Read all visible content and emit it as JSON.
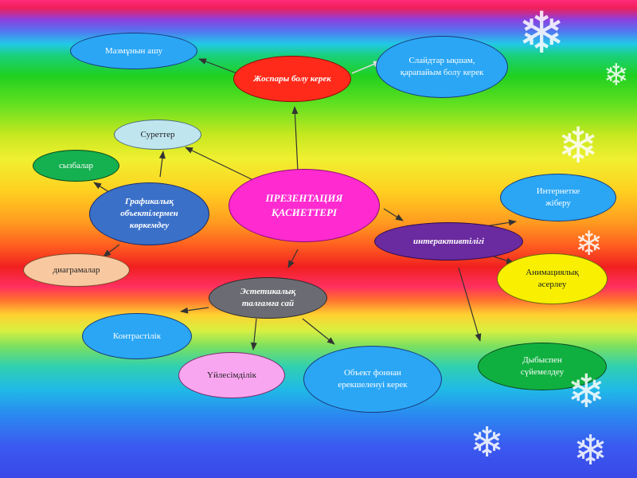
{
  "center": {
    "label": "ПРЕЗЕНТАЦИЯ ҚАСИЕТТЕРІ",
    "color": "#ff2ad0"
  },
  "plan": {
    "label": "Жоспары болу керек",
    "color": "#ff2a1a"
  },
  "content": {
    "label": "Мазмұнын ашу",
    "color": "#2aa6f5"
  },
  "slides": {
    "label": "Слайдтар ықшам, қарапайым болу керек",
    "color": "#2aa6f5"
  },
  "pictures": {
    "label": "Суреттер",
    "color": "#bfe5ef"
  },
  "drawings": {
    "label": "сызбалар",
    "color": "#15b050"
  },
  "graphic": {
    "label": "Графикалық объектілермен көркемдеу",
    "color": "#3a70c8"
  },
  "diagrams": {
    "label": "диаграмалар",
    "color": "#f8c8a0"
  },
  "aesthetic": {
    "label": "Эстетикалық талғамға сай",
    "color": "#6b6b74"
  },
  "contrast": {
    "label": "Контрастілік",
    "color": "#2aa6f5"
  },
  "harmony": {
    "label": "Үйлесімділік",
    "color": "#f9a6f0"
  },
  "object": {
    "label": "Объект фоннан ерекшеленуі керек",
    "color": "#2aa6f5"
  },
  "interactive": {
    "label": "интерактивтілігі",
    "color": "#6a2aa0"
  },
  "internet": {
    "label": "Интернетке жіберу",
    "color": "#2aa6f5"
  },
  "animation": {
    "label": "Анимациялық әсерлеу",
    "color": "#f8f000"
  },
  "sound": {
    "label": "Дыбыспен сүйемелдеу",
    "color": "#10b040"
  },
  "snowflake_icon": "❄"
}
